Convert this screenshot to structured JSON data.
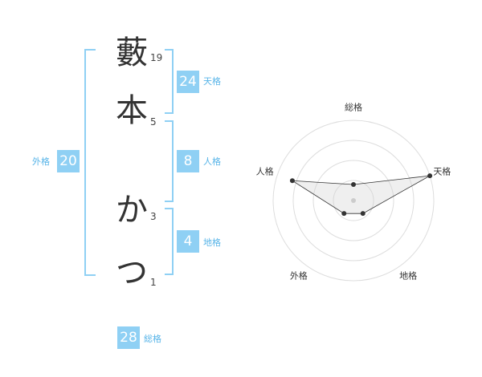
{
  "name": {
    "chars": [
      {
        "char": "藪",
        "strokes": "19"
      },
      {
        "char": "本",
        "strokes": "5"
      },
      {
        "char": "か",
        "strokes": "3"
      },
      {
        "char": "つ",
        "strokes": "1"
      }
    ]
  },
  "kaku": {
    "ten": {
      "value": "24",
      "label": "天格"
    },
    "jin": {
      "value": "8",
      "label": "人格"
    },
    "chi": {
      "value": "4",
      "label": "地格"
    },
    "gai": {
      "value": "20",
      "label": "外格"
    },
    "sou": {
      "value": "28",
      "label": "総格"
    }
  },
  "colors": {
    "accent_box": "#8fd0f4",
    "accent_text": "#57b4e8",
    "text": "#333333"
  },
  "chart_data": {
    "type": "radar",
    "axes": [
      "総格",
      "天格",
      "地格",
      "外格",
      "人格"
    ],
    "values": [
      0.2,
      1.0,
      0.2,
      0.2,
      0.8
    ],
    "range": [
      0,
      1
    ],
    "rings": 4,
    "grid": true
  }
}
